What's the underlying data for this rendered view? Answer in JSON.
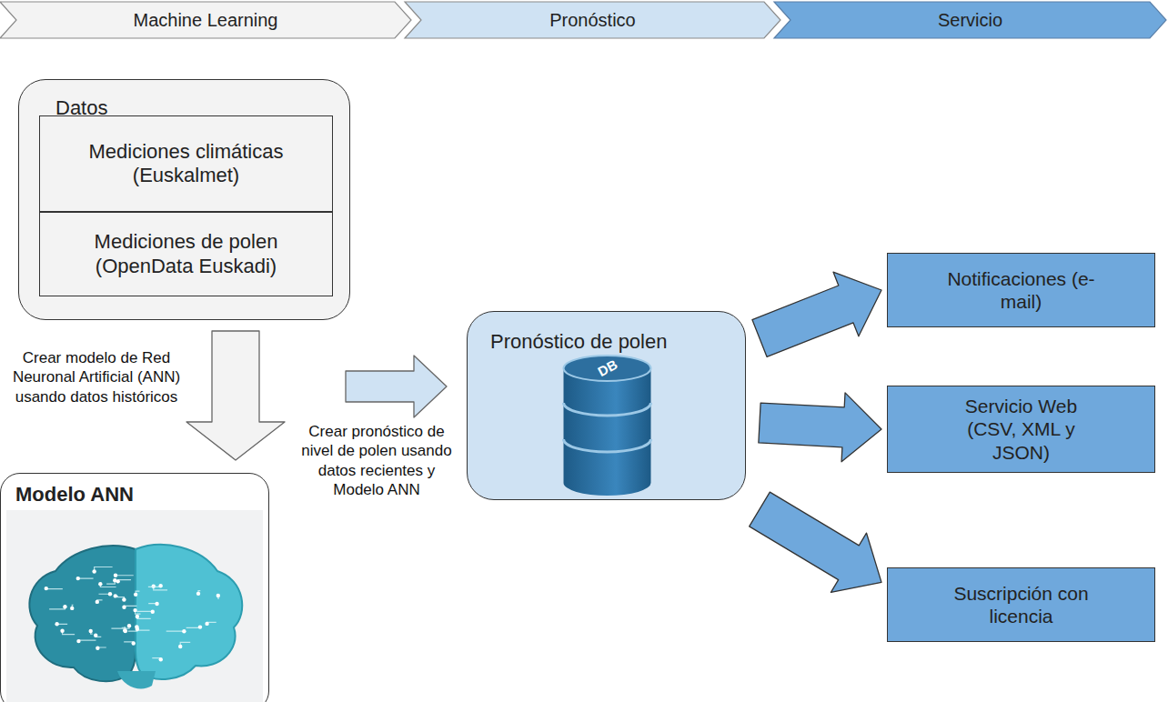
{
  "diagram": {
    "nodes": [
      {
        "text": [
          "Machine Learning"
        ]
      },
      {
        "text": [
          "Pronóstico"
        ]
      },
      {
        "text": [
          "Servicio"
        ]
      },
      {
        "text": [
          "Datos"
        ]
      },
      {
        "text": [
          "Mediciones climáticas (Euskalmet)"
        ],
        "in": 3
      },
      {
        "text": [
          "Mediciones de polen (OpenData Euskadi)"
        ],
        "in": 3
      },
      {
        "text": [
          "Modelo ANN"
        ]
      },
      {
        "text": [
          "Pronóstico de polen"
        ]
      },
      {
        "text": [
          "Notificaciones (e-mail)"
        ]
      },
      {
        "text": [
          "Servicio Web (CSV, XML y JSON)"
        ]
      },
      {
        "text": [
          "Suscripción con licencia"
        ]
      }
    ],
    "edges": [
      {
        "from": 3,
        "to": 6,
        "arrow": "to",
        "label": "Crear modelo de Red Neuronal Artificial (ANN) usando datos históricos"
      },
      {
        "from": 6,
        "to": 7,
        "arrow": "to",
        "label": "Crear pronóstico de nivel de polen usando datos recientes y Modelo ANN"
      },
      {
        "from": 7,
        "to": 8,
        "arrow": "to"
      },
      {
        "from": 7,
        "to": 9,
        "arrow": "to"
      },
      {
        "from": 7,
        "to": 10,
        "arrow": "to"
      }
    ],
    "labels": [
      "DB"
    ]
  }
}
